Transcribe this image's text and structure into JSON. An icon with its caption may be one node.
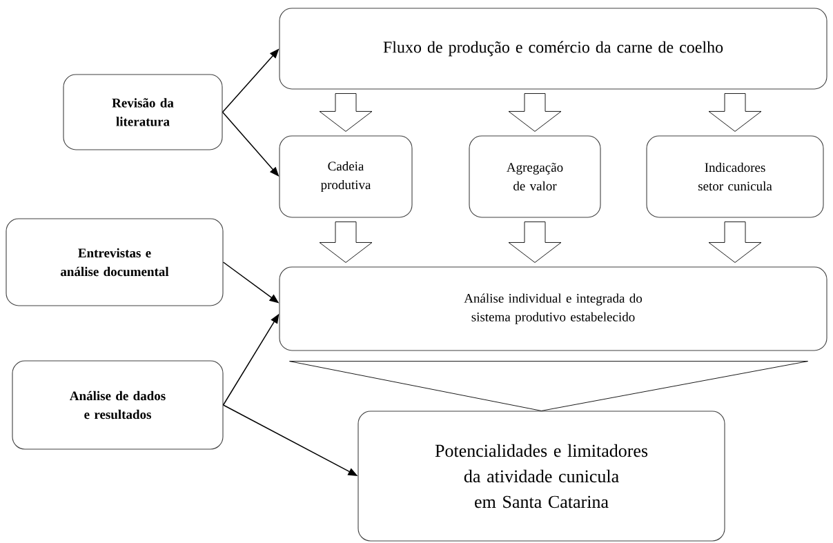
{
  "diagram": {
    "nodes": [
      {
        "text": [
          "Revisão da literatura"
        ]
      },
      {
        "text": [
          "Fluxo de produção e comércio da carne de coelho"
        ]
      },
      {
        "text": [
          "Cadeia produtiva"
        ]
      },
      {
        "text": [
          "Agregação de valor"
        ]
      },
      {
        "text": [
          "Indicadores setor cunicula"
        ]
      },
      {
        "text": [
          "Entrevistas e análise documental"
        ]
      },
      {
        "text": [
          "Análise individual e integrada do sistema produtivo estabelecido"
        ]
      },
      {
        "text": [
          "Análise de dados e resultados"
        ]
      },
      {
        "text": [
          "Potencialidades e limitadores da atividade cunicula em Santa Catarina"
        ]
      }
    ],
    "edges": [
      {
        "from": 0,
        "to": 1,
        "arrow": "to"
      },
      {
        "from": 0,
        "to": 2,
        "arrow": "to"
      },
      {
        "from": 1,
        "to": 2,
        "arrow": "to",
        "style": "thick"
      },
      {
        "from": 1,
        "to": 3,
        "arrow": "to",
        "style": "thick"
      },
      {
        "from": 1,
        "to": 4,
        "arrow": "to",
        "style": "thick"
      },
      {
        "from": 2,
        "to": 6,
        "arrow": "to",
        "style": "thick"
      },
      {
        "from": 3,
        "to": 6,
        "arrow": "to",
        "style": "thick"
      },
      {
        "from": 4,
        "to": 6,
        "arrow": "to",
        "style": "thick"
      },
      {
        "from": 5,
        "to": 6,
        "arrow": "to"
      },
      {
        "from": 7,
        "to": 6,
        "arrow": "to"
      },
      {
        "from": 7,
        "to": 8,
        "arrow": "to"
      },
      {
        "from": 6,
        "to": 8,
        "arrow": "to",
        "style": "thick"
      }
    ]
  }
}
